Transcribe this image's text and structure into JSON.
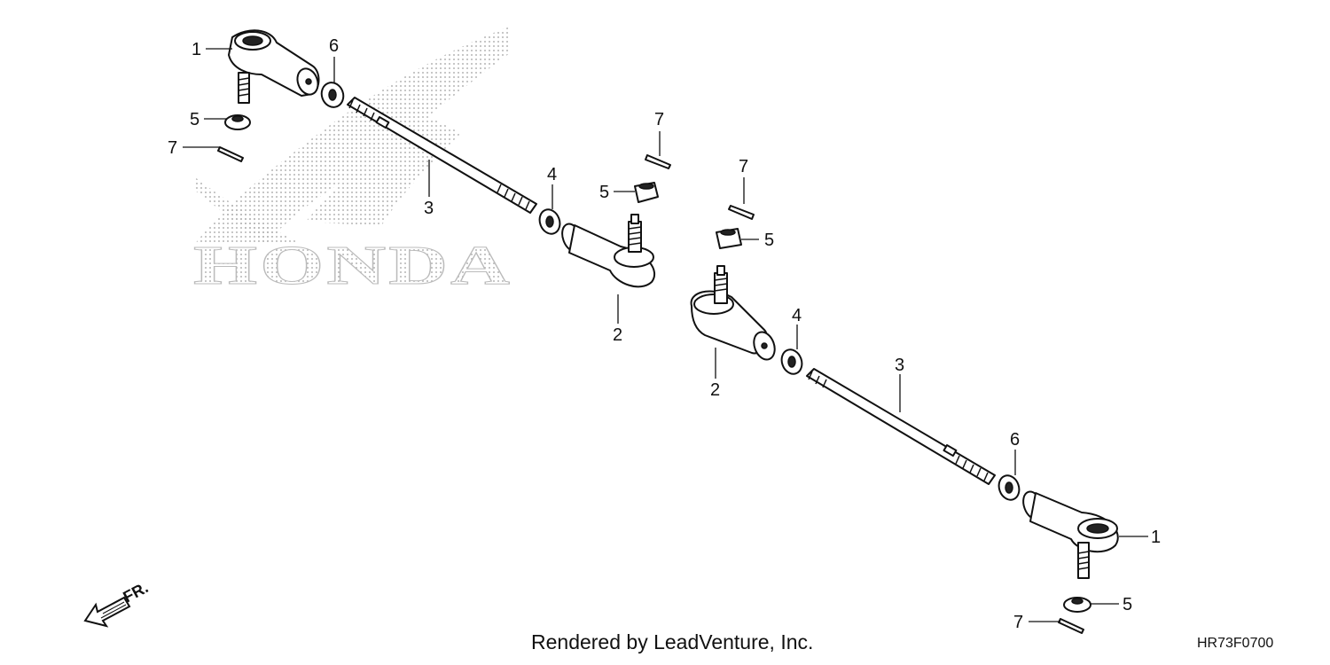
{
  "watermark": {
    "brand": "HONDA"
  },
  "callouts": {
    "c1a": "1",
    "c6a": "6",
    "c5a": "5",
    "c7a": "7",
    "c3a": "3",
    "c4a": "4",
    "c7b": "7",
    "c5b": "5",
    "c2a": "2",
    "c7c": "7",
    "c5c": "5",
    "c2b": "2",
    "c4b": "4",
    "c3b": "3",
    "c6b": "6",
    "c1b": "1",
    "c5d": "5",
    "c7d": "7"
  },
  "direction": {
    "label": "FR."
  },
  "footer": {
    "credit": "Rendered by LeadVenture, Inc.",
    "diagram_code": "HR73F0700"
  }
}
